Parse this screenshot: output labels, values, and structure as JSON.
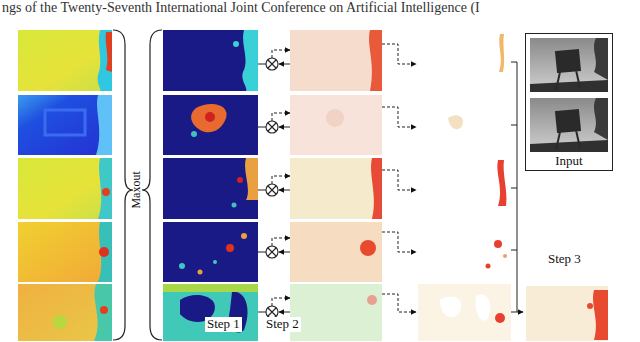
{
  "diagram": {
    "nodes": [
      {
        "text": [
          "Input"
        ]
      }
    ],
    "labels": [
      "ngs of the Twenty-Seventh International Joint Conference on Artificial Intelligence (I",
      "Maxout",
      "Step 1",
      "Step 2",
      "Step 3"
    ]
  }
}
